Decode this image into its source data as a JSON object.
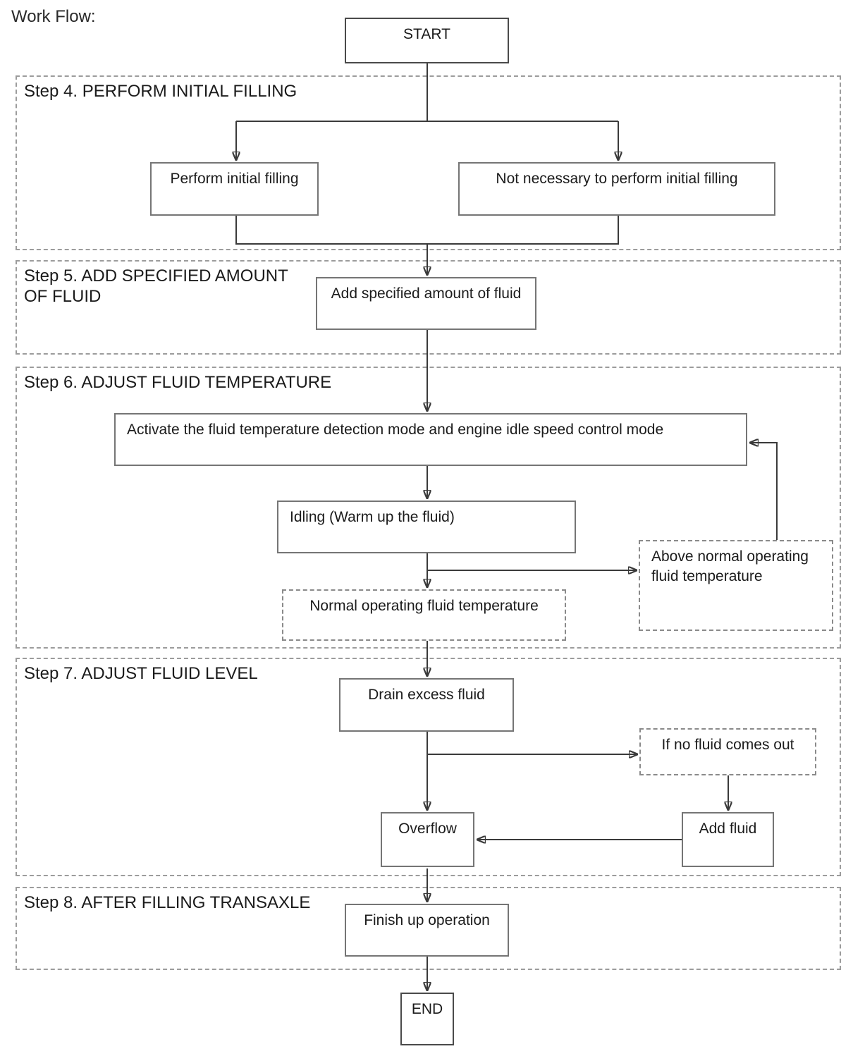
{
  "header": {
    "title": "Work Flow:"
  },
  "palette": {
    "background": "#ffffff",
    "connector": "#3a3a3a",
    "arrowhead": "#111111",
    "node_border": "#757575",
    "terminal_border": "#4a4a4a",
    "dashed_node_border": "#8a8a8a",
    "container_border": "#9c9c9c",
    "text": "#1b1b1b"
  },
  "flowchart": {
    "containers": [
      {
        "id": "step4",
        "label": "Step 4. PERFORM INITIAL FILLING"
      },
      {
        "id": "step5",
        "label": "Step 5. ADD SPECIFIED AMOUNT OF FLUID"
      },
      {
        "id": "step6",
        "label": "Step 6. ADJUST FLUID TEMPERATURE"
      },
      {
        "id": "step7",
        "label": "Step 7. ADJUST FLUID LEVEL"
      },
      {
        "id": "step8",
        "label": "Step 8. AFTER FILLING TRANSAXLE"
      }
    ],
    "nodes": {
      "start": "START",
      "perform_initial_filling": "Perform initial filling",
      "not_necessary_initial_filling": "Not necessary to perform initial filling",
      "add_specified_amount": "Add specified amount of fluid",
      "activate_modes": "Activate the fluid temperature detection mode and engine idle speed control mode",
      "idling": "Idling (Warm up the fluid)",
      "normal_operating_temperature": "Normal operating fluid temperature",
      "above_normal_temperature": "Above normal operating fluid temperature",
      "drain_excess_fluid": "Drain excess fluid",
      "if_no_fluid_comes_out": "If no fluid comes out",
      "overflow": "Overflow",
      "add_fluid": "Add fluid",
      "finish_up_operation": "Finish up operation",
      "end": "END"
    }
  }
}
